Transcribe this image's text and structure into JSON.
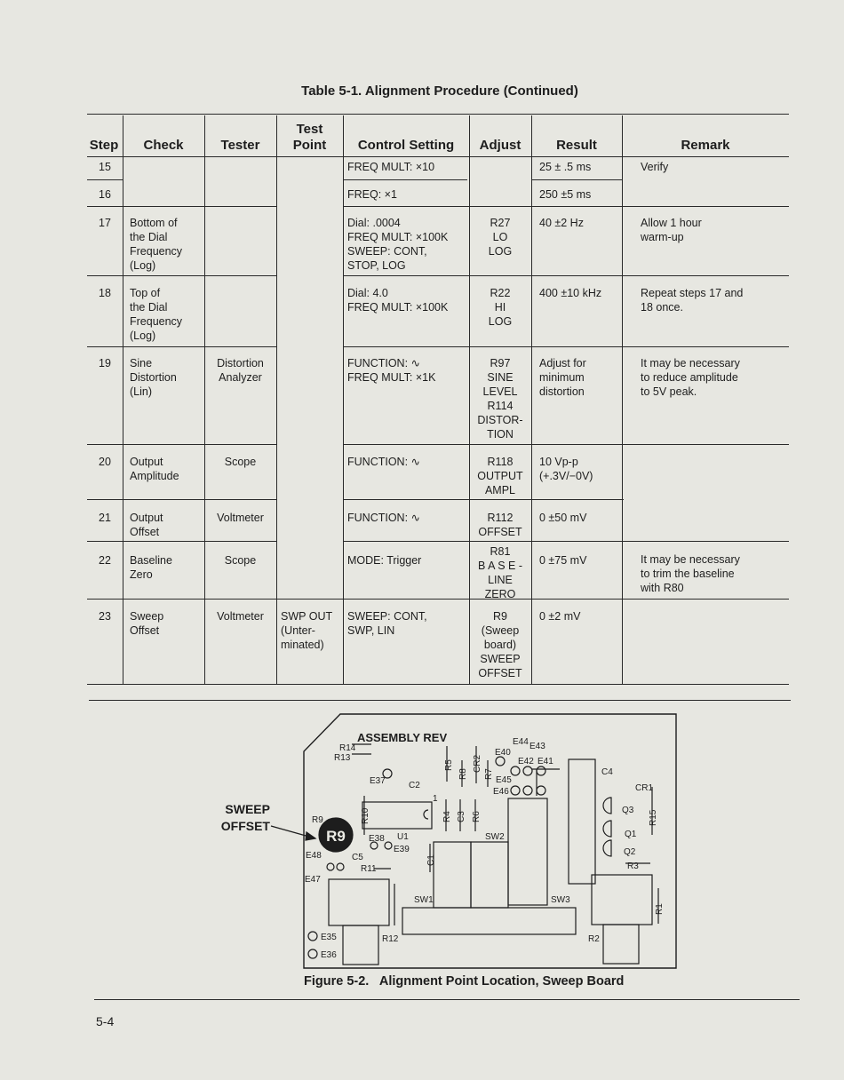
{
  "table": {
    "title": "Table 5-1. Alignment Procedure (Continued)",
    "headers": {
      "step": "Step",
      "check": "Check",
      "tester": "Tester",
      "test_point": "Test\nPoint",
      "control_setting": "Control Setting",
      "adjust": "Adjust",
      "result": "Result",
      "remark": "Remark"
    },
    "rows": [
      {
        "step": "15",
        "check": "",
        "tester": "",
        "test_point": "",
        "control": "FREQ MULT: ×10",
        "adjust": "",
        "result": "25 ± .5 ms",
        "remark": "Verify"
      },
      {
        "step": "16",
        "check": "",
        "tester": "",
        "test_point": "",
        "control": "FREQ: ×1",
        "adjust": "",
        "result": "250 ±5 ms",
        "remark": ""
      },
      {
        "step": "17",
        "check": "Bottom of\nthe Dial\nFrequency\n(Log)",
        "tester": "",
        "test_point": "",
        "control": "Dial: .0004\nFREQ MULT: ×100K\nSWEEP: CONT,\nSTOP, LOG",
        "adjust": "R27\nLO\nLOG",
        "result": "40 ±2 Hz",
        "remark": "Allow 1 hour\nwarm-up"
      },
      {
        "step": "18",
        "check": "Top of\nthe Dial\nFrequency\n(Log)",
        "tester": "",
        "test_point": "",
        "control": "Dial: 4.0\nFREQ MULT: ×100K",
        "adjust": "R22\nHI\nLOG",
        "result": "400 ±10 kHz",
        "remark": "Repeat steps 17 and\n18 once."
      },
      {
        "step": "19",
        "check": "Sine\nDistortion\n(Lin)",
        "tester": "Distortion\nAnalyzer",
        "test_point": "",
        "control": "FUNCTION: ∿\nFREQ MULT: ×1K",
        "adjust": "R97\nSINE\nLEVEL\nR114\nDISTOR-\nTION",
        "result": "Adjust for\nminimum\ndistortion",
        "remark": "It may be necessary\nto reduce amplitude\nto 5V peak."
      },
      {
        "step": "20",
        "check": "Output\nAmplitude",
        "tester": "Scope",
        "test_point": "",
        "control": "FUNCTION: ∿",
        "adjust": "R118\nOUTPUT\nAMPL",
        "result": "10 Vp-p\n(+.3V/−0V)",
        "remark": ""
      },
      {
        "step": "21",
        "check": "Output\nOffset",
        "tester": "Voltmeter",
        "test_point": "",
        "control": "FUNCTION: ∿",
        "adjust": "R112\nOFFSET",
        "result": "0 ±50 mV",
        "remark": ""
      },
      {
        "step": "22",
        "check": "Baseline\nZero",
        "tester": "Scope",
        "test_point": "",
        "control": "MODE: Trigger",
        "adjust": "R81\nB A S E -\nLINE\nZERO",
        "result": "0 ±75 mV",
        "remark": "It may be necessary\nto trim the baseline\nwith R80"
      },
      {
        "step": "23",
        "check": "Sweep\nOffset",
        "tester": "Voltmeter",
        "test_point": "SWP OUT\n(Unter-\nminated)",
        "control": "SWEEP: CONT,\nSWP, LIN",
        "adjust": "R9\n(Sweep\nboard)\nSWEEP\nOFFSET",
        "result": "0 ±2 mV",
        "remark": ""
      }
    ]
  },
  "figure": {
    "caption": "Figure 5-2.   Alignment Point Location, Sweep Board",
    "callout": "SWEEP\nOFFSET",
    "highlight": "R9",
    "labels": {
      "assembly_rev": "ASSEMBLY REV",
      "r14": "R14",
      "r13": "R13",
      "e37": "E37",
      "c2": "C2",
      "r10": "R10",
      "r9": "R9",
      "e38": "E38",
      "u1": "U1",
      "e39": "E39",
      "e48": "E48",
      "c5": "C5",
      "r11": "R11",
      "e47": "E47",
      "r5": "R5",
      "r8": "R8",
      "cr2": "CR2",
      "r7": "R7",
      "r4": "R4",
      "c3": "C3",
      "r6": "R6",
      "c1": "C1",
      "e40": "E40",
      "e44": "E44",
      "e43": "E43",
      "e42": "E42",
      "e41": "E41",
      "e45": "E45",
      "e46": "E46",
      "c4": "C4",
      "cr1": "CR1",
      "q3": "Q3",
      "r15": "R15",
      "q1": "Q1",
      "q2": "Q2",
      "r3": "R3",
      "sw1": "SW1",
      "sw2": "SW2",
      "sw3": "SW3",
      "r1": "R1",
      "r2": "R2",
      "r12": "R12",
      "e35": "E35",
      "e36": "E36",
      "pin1": "1"
    }
  },
  "page_number": "5-4"
}
